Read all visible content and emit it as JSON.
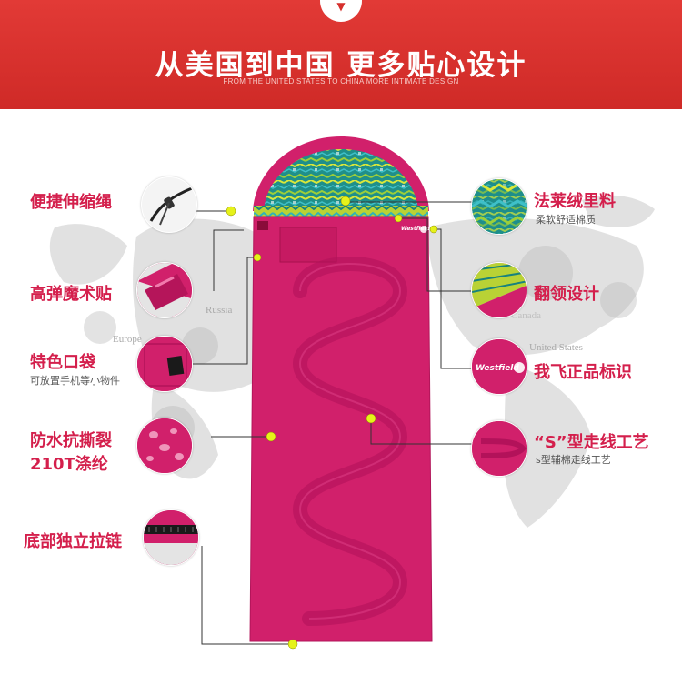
{
  "banner": {
    "title": "从美国到中国  更多贴心设计",
    "subtitle": "FROM THE UNITED STATES TO CHINA MORE INTIMATE DESIGN"
  },
  "map": {
    "labels": [
      "Russia",
      "Europe",
      "United States",
      "Canada"
    ]
  },
  "bag_brand": "Westfield",
  "features": {
    "cord": {
      "title": "便捷伸缩绳"
    },
    "velcro": {
      "title": "高弹魔术贴"
    },
    "pocket": {
      "title": "特色口袋",
      "sub": "可放置手机等小物件"
    },
    "waterproof": {
      "title": "防水抗撕裂",
      "title2": "210T涤纶"
    },
    "zipper": {
      "title": "底部独立拉链"
    },
    "lining": {
      "title": "法莱绒里料",
      "sub": "柔软舒适棉质"
    },
    "collar": {
      "title": "翻领设计"
    },
    "label": {
      "title": "我飞正品标识"
    },
    "stitch": {
      "title": "“S”型走线工艺",
      "sub": "s型辅棉走线工艺"
    }
  },
  "colors": {
    "banner_red": "#d62f2c",
    "bag_pink": "#d1206b",
    "accent_yellow": "#e6f21a",
    "label_red": "#d41f4c"
  },
  "icons": [
    "chevron-down-icon"
  ]
}
